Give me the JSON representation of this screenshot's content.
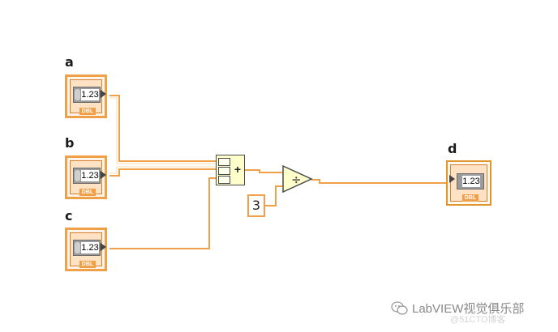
{
  "labels": {
    "a": "a",
    "b": "b",
    "c": "c",
    "d": "d"
  },
  "controls": {
    "a": {
      "value": "1.23",
      "tag": "DBL"
    },
    "b": {
      "value": "1.23",
      "tag": "DBL"
    },
    "c": {
      "value": "1.23",
      "tag": "DBL"
    }
  },
  "indicator_d": {
    "value": "1.23",
    "tag": "DBL"
  },
  "add_node": {
    "operator": "+"
  },
  "constant": {
    "value": "3"
  },
  "divide_node": {
    "operator": "÷"
  },
  "watermark": {
    "text": "LabVIEW视觉俱乐部",
    "faint": "@51CTO博客"
  },
  "colors": {
    "wire": "#f0a048",
    "node_fill": "#ffffcc"
  }
}
